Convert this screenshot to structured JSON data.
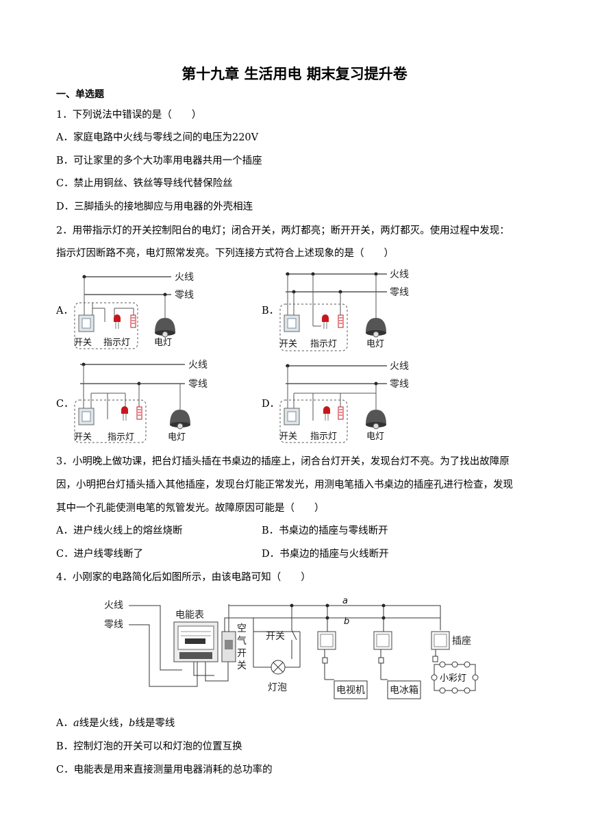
{
  "title": "第十九章 生活用电 期末复习提升卷",
  "section1": "一、单选题",
  "q1": {
    "stem": "1．下列说法中错误的是（　　）",
    "A": "A．家庭电路中火线与零线之间的电压为220V",
    "B": "B．可让家里的多个大功率用电器共用一个插座",
    "C": "C．禁止用铜丝、铁丝等导线代替保险丝",
    "D": "D．三脚插头的接地脚应与用电器的外壳相连"
  },
  "q2": {
    "stem1": "2．用带指示灯的开关控制阳台的电灯；闭合开关，两灯都亮；断开开关，两灯都灭。使用过程中发现：",
    "stem2": "指示灯因断路不亮，电灯照常发亮。下列连接方式符合上述现象的是（　　）",
    "opt_labels": [
      "A．",
      "B．",
      "C．",
      "D．"
    ],
    "labels": {
      "live": "火线",
      "neutral": "零线",
      "switch": "开关",
      "indicator": "指示灯",
      "lamp": "电灯"
    }
  },
  "q3": {
    "stem1": "3．小明晚上做功课，把台灯插头插在书桌边的插座上，闭合台灯开关，发现台灯不亮。为了找出故障原",
    "stem2": "因，小明把台灯插头插入其他插座，发现台灯能正常发光，用测电笔插入书桌边的插座孔进行检查，发现",
    "stem3": "其中一个孔能使测电笔的氖管发光。故障原因可能是（　　）",
    "A": "A．进户线火线上的熔丝烧断",
    "B": "B．书桌边的插座与零线断开",
    "C": "C．进户线零线断了",
    "D": "D．书桌边的插座与火线断开"
  },
  "q4": {
    "stem": "4．小刚家的电路简化后如图所示，由该电路可知（　　）",
    "fig": {
      "live": "火线",
      "neutral": "零线",
      "meter": "电能表",
      "breaker_chars": [
        "空",
        "气",
        "开",
        "关"
      ],
      "switch": "开关",
      "bulb": "灯泡",
      "tv": "电视机",
      "fridge": "电冰箱",
      "socket": "插座",
      "string_lights": "小彩灯",
      "wire_a": "a",
      "wire_b": "b"
    },
    "A_pre": "A．",
    "A_a": "a",
    "A_mid": "线是火线，",
    "A_b": "b",
    "A_post": "线是零线",
    "B": "B．控制灯泡的开关可以和灯泡的位置互换",
    "C": "C．电能表是用来直接测量用电器消耗的总功率的"
  }
}
